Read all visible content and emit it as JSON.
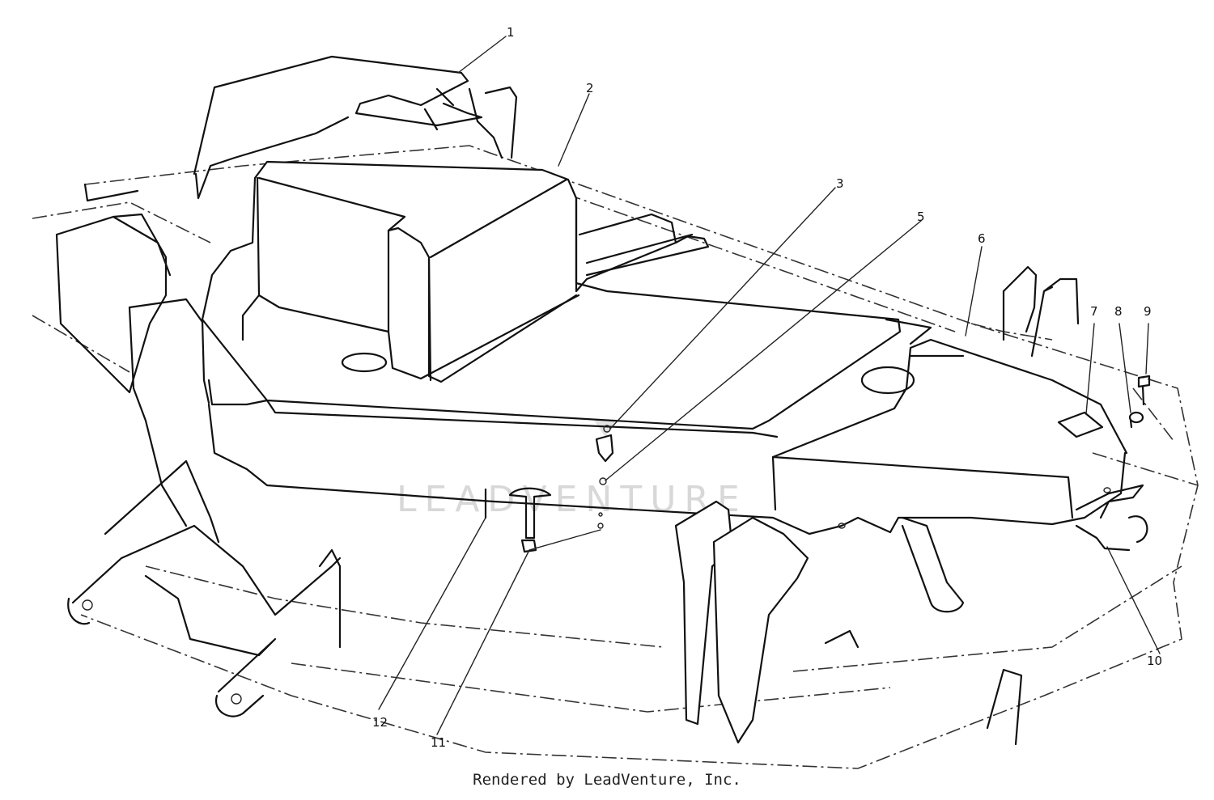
{
  "callouts": [
    "1",
    "2",
    "3",
    "5",
    "6",
    "7",
    "8",
    "9",
    "10",
    "11",
    "12"
  ],
  "watermark": "LEADVENTURE",
  "footer": "Rendered by LeadVenture, Inc."
}
